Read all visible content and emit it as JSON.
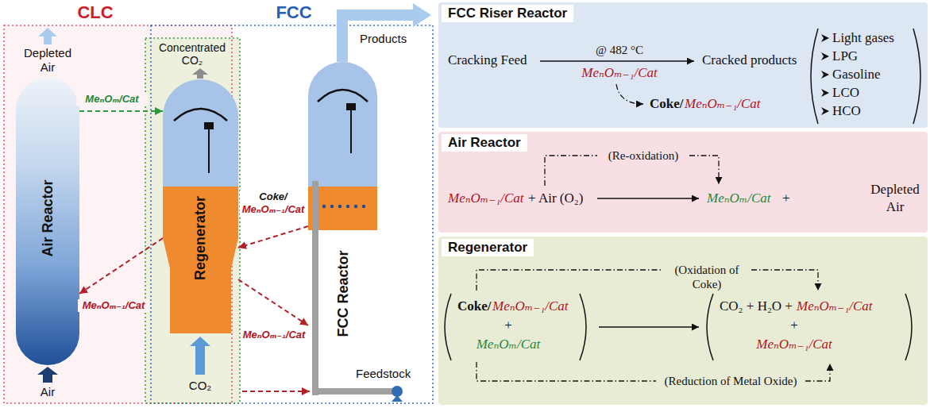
{
  "diagram": {
    "nodes": [
      {
        "text": [
          "CLC"
        ]
      },
      {
        "text": [
          "FCC"
        ]
      },
      {
        "text": [
          "Air Reactor"
        ],
        "in": 0
      },
      {
        "text": [
          "Regenerator"
        ]
      },
      {
        "text": [
          "FCC Reactor"
        ],
        "in": 1
      },
      {
        "text": [
          "FCC Riser Reactor",
          "Cracking Feed",
          "@ 482 °C",
          "MeₙOₘ₋₁/Cat",
          "Cracked products",
          "Coke/",
          "MeₙOₘ₋₁/Cat",
          "Light gases",
          "LPG",
          "Gasoline",
          "LCO",
          "HCO"
        ]
      },
      {
        "text": [
          "Air Reactor",
          "(Re-oxidation)",
          "MeₙOₘ₋₁/Cat",
          "+ Air (O₂)",
          "MeₙOₘ/Cat",
          "+",
          "Depleted Air"
        ]
      },
      {
        "text": [
          "Regenerator",
          "(Oxidation of Coke)",
          "Coke/",
          "MeₙOₘ₋₁/Cat",
          "+",
          "MeₙOₘ/Cat",
          "CO₂ + H₂O +",
          "MeₙOₘ₋₁/Cat",
          "+",
          "MeₙOₘ₋₁/Cat",
          "(Reduction of Metal Oxide)"
        ]
      }
    ],
    "edges": [
      {
        "from": 2,
        "to": 3,
        "arrow": "to",
        "label": "MeₙOₘ/Cat"
      },
      {
        "from": 4,
        "to": 3,
        "arrow": "to",
        "label": "Coke/ MeₙOₘ₋₁/Cat"
      },
      {
        "from": 3,
        "to": 2,
        "arrow": "to",
        "label": "MeₙOₘ₋₁/Cat"
      },
      {
        "from": 3,
        "to": 4,
        "arrow": "to",
        "label": "MeₙOₘ₋₁/Cat"
      }
    ],
    "labels": [
      "Depleted Air",
      "Concentrated CO₂",
      "Products",
      "Air",
      "CO₂",
      "Feedstock"
    ]
  }
}
